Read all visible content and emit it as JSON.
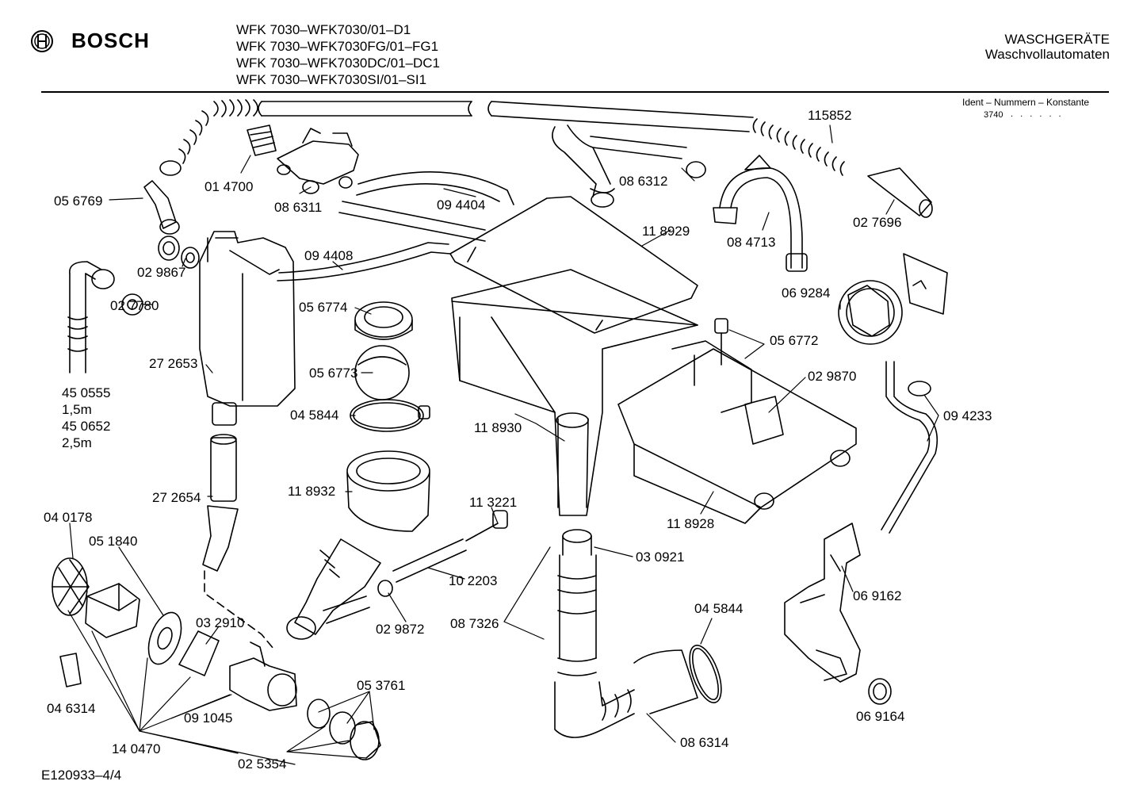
{
  "header": {
    "brand": "BOSCH",
    "models": [
      "WFK 7030–WFK7030/01–D1",
      "WFK 7030–WFK7030FG/01–FG1",
      "WFK 7030–WFK7030DC/01–DC1",
      "WFK 7030–WFK7030SI/01–SI1"
    ],
    "category": "WASCHGERÄTE",
    "subcategory": "Waschvollautomaten"
  },
  "ident": {
    "label": "Ident – Nummern – Konstante",
    "code": "3740",
    "dots": ". . . . . ."
  },
  "footer": {
    "drawing_id": "E120933–4/4"
  },
  "parts": [
    "115852",
    "01 4700",
    "08 6311",
    "05 6769",
    "09 4404",
    "08 6312",
    "02 7696",
    "08 4713",
    "11 8929",
    "02 9867",
    "09 4408",
    "02 7780",
    "06 9284",
    "05 6774",
    "05 6772",
    "27 2653",
    "05 6773",
    "02 9870",
    "09 4233",
    "04 5844",
    "11 8930",
    "450555 1,5m",
    "450652 2,5m",
    "11 8932",
    "27 2654",
    "11 3221",
    "11 8928",
    "04 0178",
    "05 1840",
    "03 0921",
    "10 2203",
    "06 9162",
    "03 2910",
    "02 9872",
    "08 7326",
    "04 5844 (2)",
    "04 6314",
    "09 1045",
    "05 3761",
    "08 6314",
    "06 9164",
    "14 0470",
    "02 5354"
  ],
  "labels": {
    "p115852": "115852",
    "p014700": "01 4700",
    "p086311": "08 6311",
    "p056769": "05 6769",
    "p094404": "09 4404",
    "p086312": "08 6312",
    "p027696": "02 7696",
    "p084713": "08 4713",
    "p118929": "11 8929",
    "p029867": "02 9867",
    "p094408": "09 4408",
    "p027780": "02 7780",
    "p069284": "06 9284",
    "p056774": "05 6774",
    "p056772": "05 6772",
    "p272653": "27 2653",
    "p056773": "05 6773",
    "p029870": "02 9870",
    "p094233": "09 4233",
    "p045844a": "04 5844",
    "p118930": "11 8930",
    "p450555": "45 0555",
    "p15m": "1,5m",
    "p450652": "45 0652",
    "p25m": "2,5m",
    "p118932": "11 8932",
    "p272654": "27 2654",
    "p113221": "11 3221",
    "p118928": "11 8928",
    "p040178": "04 0178",
    "p051840": "05 1840",
    "p030921": "03 0921",
    "p102203": "10 2203",
    "p069162": "06 9162",
    "p032910": "03 2910",
    "p029872": "02 9872",
    "p087326": "08 7326",
    "p045844b": "04 5844",
    "p046314": "04 6314",
    "p091045": "09 1045",
    "p053761": "05 3761",
    "p086314": "08 6314",
    "p069164": "06 9164",
    "p140470": "14 0470",
    "p025354": "02 5354"
  },
  "colors": {
    "ink": "#000000",
    "paper": "#ffffff",
    "shade": "#d9d9d9"
  }
}
